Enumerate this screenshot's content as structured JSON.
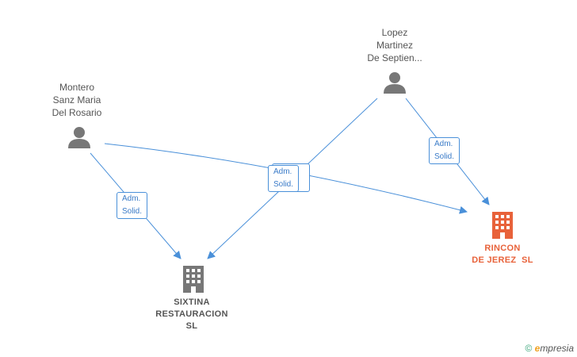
{
  "nodes": {
    "montero": {
      "name_lines": [
        "Montero",
        "Sanz Maria",
        "Del Rosario"
      ]
    },
    "lopez": {
      "name_lines": [
        "Lopez",
        "Martinez",
        "De Septien..."
      ]
    },
    "sixtina": {
      "name_lines": [
        "SIXTINA",
        "RESTAURACION",
        "SL"
      ]
    },
    "rincon": {
      "name_lines": [
        "RINCON",
        "DE JEREZ  SL"
      ]
    }
  },
  "edge_labels": {
    "montero_sixtina": [
      "Adm.",
      "Solid."
    ],
    "center": [
      "Adm.",
      "Solid."
    ],
    "lopez_rincon": [
      "Adm.",
      "Solid."
    ]
  },
  "footer": {
    "copyright": "©",
    "brand_initial": "e",
    "brand_rest": "mpresia"
  },
  "colors": {
    "person": "#777777",
    "company": "#777777",
    "focus_company": "#e8623a",
    "edge": "#4a90d9"
  },
  "icons": {
    "person": "person-icon",
    "company": "building-icon"
  }
}
